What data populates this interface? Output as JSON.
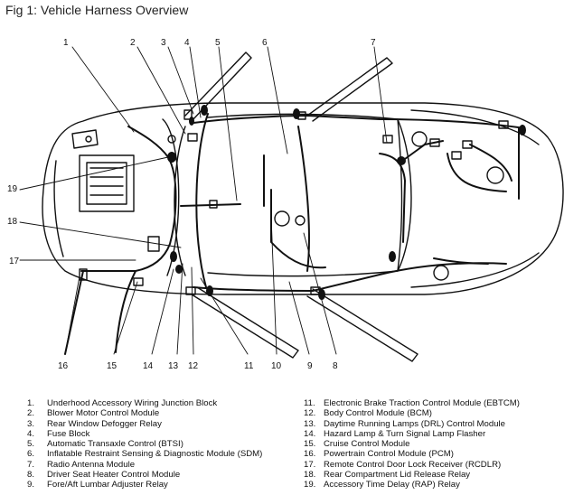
{
  "title": "Fig 1: Vehicle Harness Overview",
  "callouts": {
    "c1": "1",
    "c2": "2",
    "c3": "3",
    "c4": "4",
    "c5": "5",
    "c6": "6",
    "c7": "7",
    "c8": "8",
    "c9": "9",
    "c10": "10",
    "c11": "11",
    "c12": "12",
    "c13": "13",
    "c14": "14",
    "c15": "15",
    "c16": "16",
    "c17": "17",
    "c18": "18",
    "c19": "19"
  },
  "legend_left": [
    {
      "num": "1.",
      "text": "Underhood Accessory Wiring Junction Block"
    },
    {
      "num": "2.",
      "text": "Blower Motor Control Module"
    },
    {
      "num": "3.",
      "text": "Rear Window Defogger Relay"
    },
    {
      "num": "4.",
      "text": "Fuse Block"
    },
    {
      "num": "5.",
      "text": "Automatic Transaxle Control (BTSI)"
    },
    {
      "num": "6.",
      "text": "Inflatable Restraint Sensing & Diagnostic Module (SDM)"
    },
    {
      "num": "7.",
      "text": "Radio Antenna Module"
    },
    {
      "num": "8.",
      "text": "Driver Seat Heater Control Module"
    },
    {
      "num": "9.",
      "text": "Fore/Aft Lumbar Adjuster Relay"
    }
  ],
  "legend_right": [
    {
      "num": "11.",
      "text": "Electronic Brake Traction Control Module (EBTCM)"
    },
    {
      "num": "12.",
      "text": "Body Control Module (BCM)"
    },
    {
      "num": "13.",
      "text": "Daytime Running Lamps (DRL) Control Module"
    },
    {
      "num": "14.",
      "text": "Hazard Lamp & Turn Signal Lamp Flasher"
    },
    {
      "num": "15.",
      "text": "Cruise Control Module"
    },
    {
      "num": "16.",
      "text": "Powertrain Control Module (PCM)"
    },
    {
      "num": "17.",
      "text": "Remote Control Door Lock Receiver (RCDLR)"
    },
    {
      "num": "18.",
      "text": "Rear Compartment Lid Release Relay"
    },
    {
      "num": "19.",
      "text": "Accessory Time Delay (RAP) Relay"
    }
  ]
}
